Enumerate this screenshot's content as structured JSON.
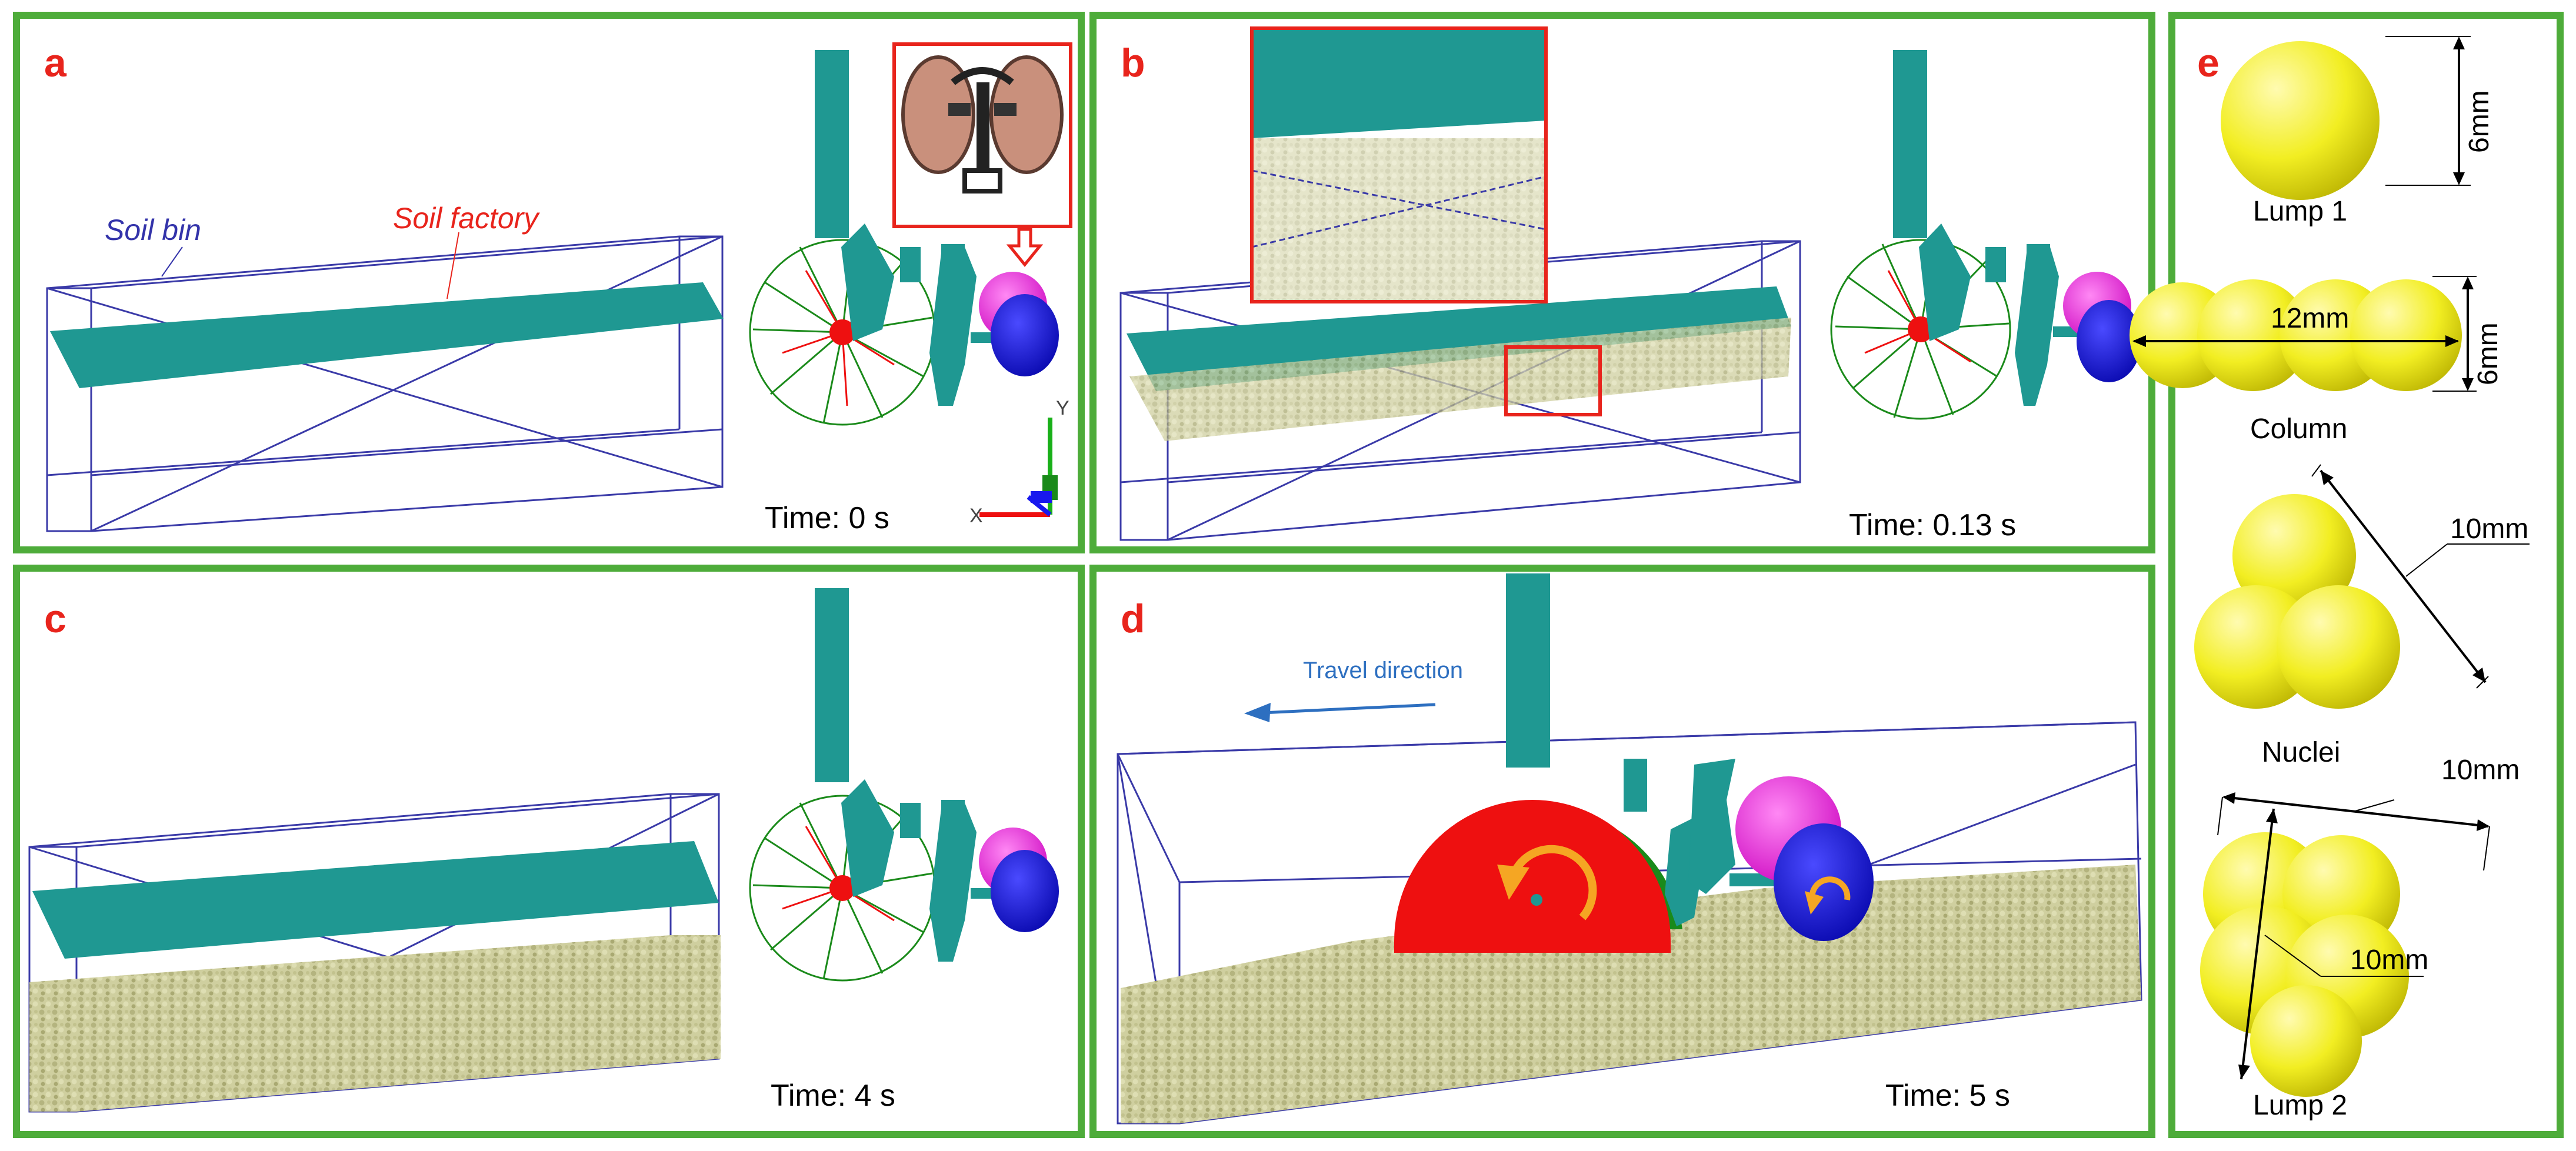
{
  "colors": {
    "frame": "#4eac3a",
    "label": "#e8241c",
    "teal": "#1f9892",
    "soil": "#c9c99a",
    "bin_line": "#3a3aa8",
    "disc_red": "#ee1010",
    "disc_green": "#1a8a1a",
    "magenta": "#ee22dd",
    "blue": "#1818ee",
    "ball": "#f2ee22",
    "arrow_orange": "#f5a623",
    "travel_blue": "#2d6fc0",
    "soil_bin_text": "#3333aa",
    "soil_factory_text": "#e8241c"
  },
  "panels": {
    "a": {
      "label": "a",
      "time": "Time: 0 s",
      "soil_bin_label": "Soil bin",
      "soil_factory_label": "Soil factory"
    },
    "b": {
      "label": "b",
      "time": "Time: 0.13 s"
    },
    "c": {
      "label": "c",
      "time": "Time: 4 s"
    },
    "d": {
      "label": "d",
      "time": "Time: 5 s",
      "travel_label": "Travel direction"
    },
    "e": {
      "label": "e",
      "particles": [
        {
          "name": "Lump 1",
          "dims": [
            "6mm"
          ]
        },
        {
          "name": "Column",
          "dims": [
            "12mm",
            "6mm"
          ]
        },
        {
          "name": "Nuclei",
          "dims": [
            "10mm"
          ]
        },
        {
          "name": "Lump 2",
          "dims": [
            "10mm",
            "10mm"
          ]
        }
      ]
    }
  },
  "axes": {
    "y": "Y",
    "x": "X"
  }
}
